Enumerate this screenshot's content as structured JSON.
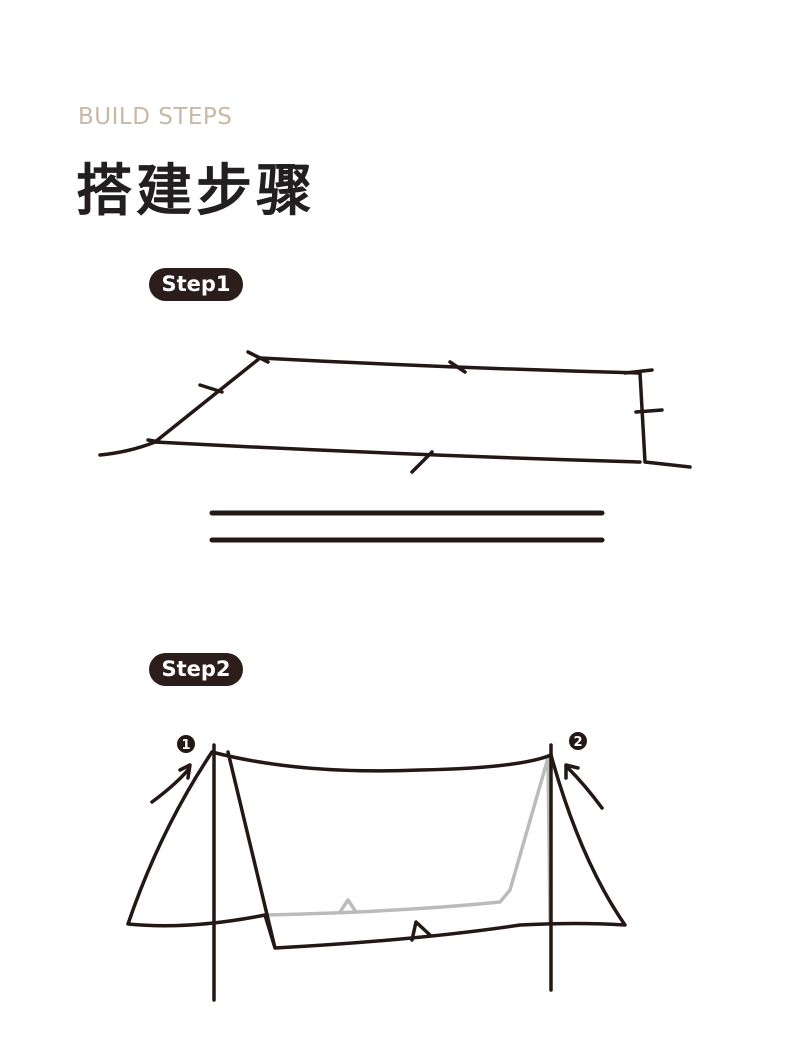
{
  "header": {
    "subtitle": "BUILD STEPS",
    "title": "搭建步骤"
  },
  "steps": [
    {
      "label": "Step1"
    },
    {
      "label": "Step2",
      "markers": [
        "1",
        "2"
      ]
    }
  ]
}
